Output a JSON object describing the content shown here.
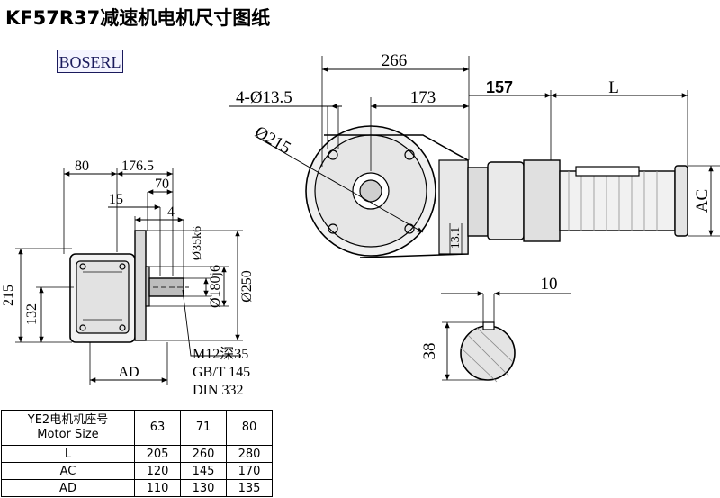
{
  "title": "KF57R37减速机电机尺寸图纸",
  "logo": "BOSERL",
  "dimensions": {
    "d266": "266",
    "d173": "173",
    "holes": "4-Ø13.5",
    "dia215": "Ø215",
    "d157": "157",
    "L": "L",
    "AC": "AC",
    "d80": "80",
    "d1765": "176.5",
    "d70": "70",
    "d15": "15",
    "d4": "4",
    "d215": "215",
    "d132": "132",
    "dia35": "Ø35k6",
    "dia180": "Ø180j6",
    "dia250": "Ø250",
    "d131": "13.1",
    "d10": "10",
    "d38": "38",
    "AD": "AD",
    "thread": "M12深35",
    "gbt": "GB/T 145",
    "din": "DIN 332"
  },
  "table": {
    "header_cn": "YE2电机机座号",
    "header_en": "Motor Size",
    "sizes": [
      "63",
      "71",
      "80"
    ],
    "rows": [
      {
        "label": "L",
        "values": [
          "205",
          "260",
          "280"
        ]
      },
      {
        "label": "AC",
        "values": [
          "120",
          "145",
          "170"
        ]
      },
      {
        "label": "AD",
        "values": [
          "110",
          "130",
          "135"
        ]
      }
    ]
  }
}
